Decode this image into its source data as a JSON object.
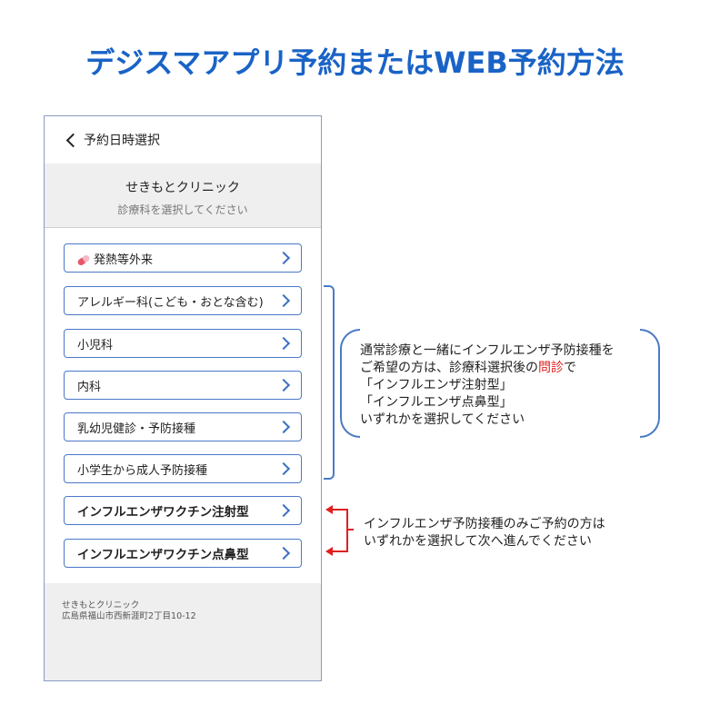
{
  "page": {
    "title": "デジスマアプリ予約またはWEB予約方法"
  },
  "phone": {
    "back_label": "予約日時選択",
    "clinic_name": "せきもとクリニック",
    "clinic_subtitle": "診療科を選択してください",
    "departments": [
      {
        "label": "発熱等外来",
        "icon": "pill-icon"
      },
      {
        "label": "アレルギー科(こども・おとな含む)"
      },
      {
        "label": "小児科"
      },
      {
        "label": "内科"
      },
      {
        "label": "乳幼児健診・予防接種"
      },
      {
        "label": "小学生から成人予防接種"
      },
      {
        "label": "インフルエンザワクチン注射型"
      },
      {
        "label": "インフルエンザワクチン点鼻型"
      }
    ],
    "footer_name": "せきもとクリニック",
    "footer_address": "広島県福山市西新涯町2丁目10-12"
  },
  "annotations": {
    "note1_line1": "通常診療と一緒にインフルエンザ予防接種を",
    "note1_line2_pre": "ご希望の方は、診療科選択後の",
    "note1_line2_red": "問診",
    "note1_line2_post": "で",
    "note1_line3": "「インフルエンザ注射型」",
    "note1_line4": "「インフルエンザ点鼻型」",
    "note1_line5": "いずれかを選択してください",
    "note2_line1": "インフルエンザ予防接種のみご予約の方は",
    "note2_line2": "いずれかを選択して次へ進んでください"
  },
  "colors": {
    "accent": "#1a63c6",
    "border": "#4a78c9",
    "highlight": "#e02020"
  }
}
